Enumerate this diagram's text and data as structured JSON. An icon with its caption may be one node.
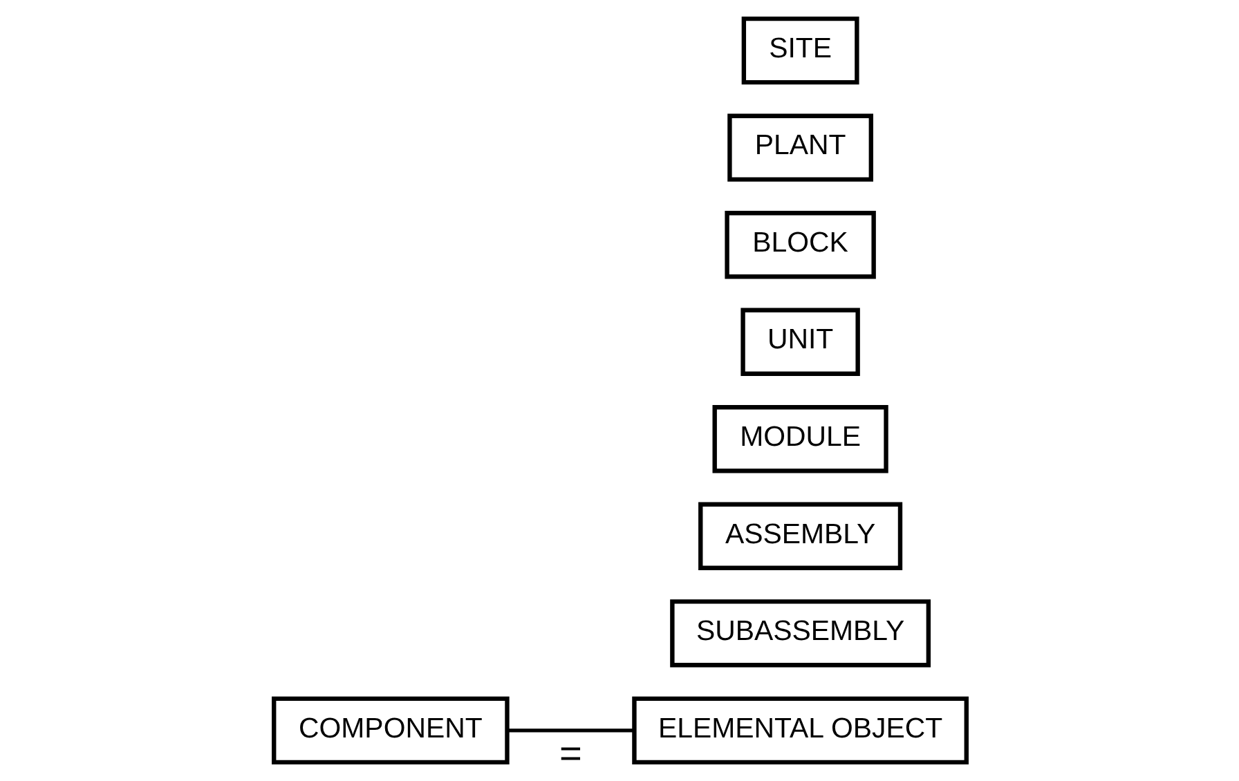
{
  "diagram": {
    "nodes": [
      {
        "text": [
          "COMPONENT"
        ]
      },
      {
        "text": [
          "ELEMENTAL OBJECT"
        ]
      },
      {
        "text": [
          "SUBASSEMBLY"
        ]
      },
      {
        "text": [
          "ASSEMBLY"
        ]
      },
      {
        "text": [
          "MODULE"
        ]
      },
      {
        "text": [
          "UNIT"
        ]
      },
      {
        "text": [
          "BLOCK"
        ]
      },
      {
        "text": [
          "PLANT"
        ]
      },
      {
        "text": [
          "SITE"
        ]
      }
    ],
    "edges": [
      {
        "from": 0,
        "to": 1,
        "arrow": "none",
        "label": "="
      }
    ]
  }
}
